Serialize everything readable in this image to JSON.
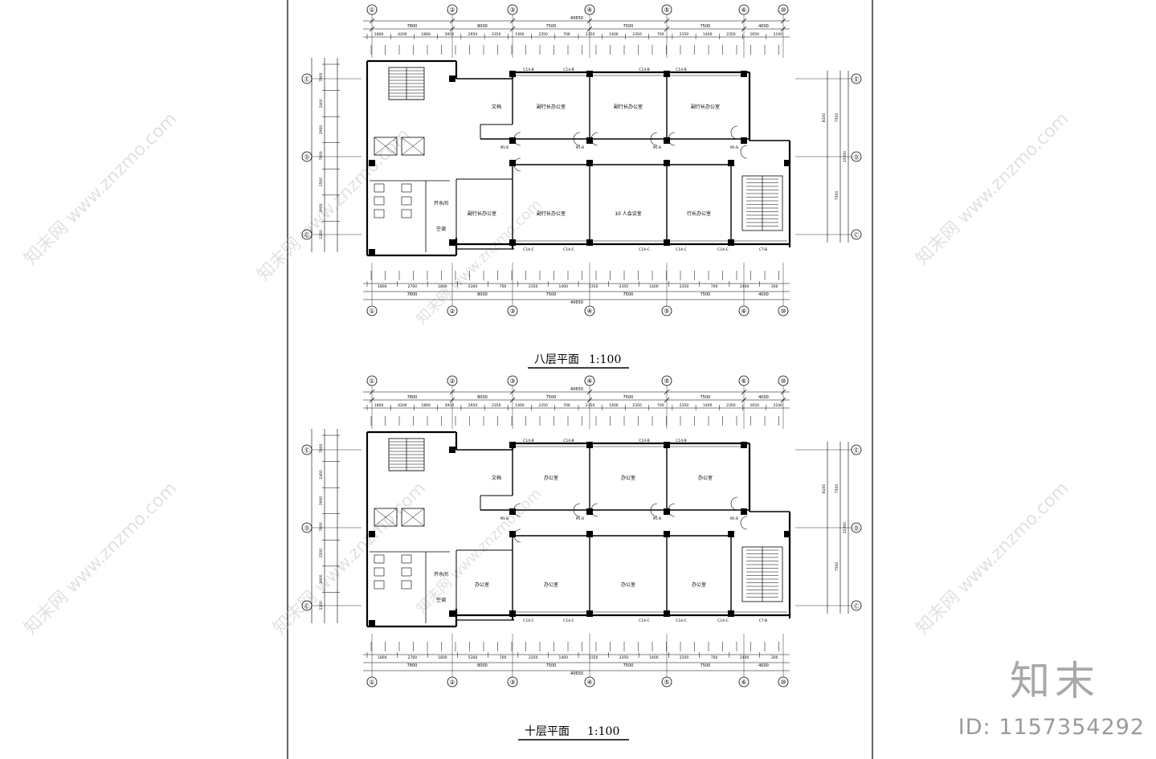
{
  "plans": [
    {
      "title": "八层平面",
      "scale": "1:100",
      "top_dims": {
        "total": "40650",
        "bays": [
          "7800",
          "8000",
          "7500",
          "7500",
          "7500",
          "4000"
        ],
        "sub": [
          "1800",
          "4200",
          "1800",
          "3950",
          "2950",
          "2350",
          "1400",
          "2350",
          "700",
          "2350",
          "1400",
          "2350",
          "700",
          "2350",
          "1400",
          "2350",
          "1650",
          "2100"
        ]
      },
      "bottom_dims": {
        "total": "40650",
        "bays": [
          "7800",
          "8000",
          "7500",
          "7500",
          "7500",
          "4000"
        ],
        "sub": [
          "1800",
          "2700",
          "1800",
          "5300",
          "700",
          "2350",
          "1400",
          "2350",
          "2350",
          "1400",
          "2350",
          "700",
          "2400",
          "300"
        ]
      },
      "rooms_top": [
        "文档",
        "副行长办公室",
        "副行长办公室",
        "副行长办公室"
      ],
      "rooms_bottom": [
        "副行长办公室",
        "副行长办公室",
        "10 人会议室",
        "行长办公室"
      ],
      "service": [
        "开水间",
        "空调"
      ],
      "left_dims": [
        "7800",
        "2400",
        "2900",
        "7800",
        "2500",
        "3900",
        "1200"
      ],
      "right_dims": [
        "7500",
        "8100",
        "15300",
        "7500"
      ]
    },
    {
      "title": "十层平面",
      "scale": "1:100",
      "top_dims": {
        "total": "40650",
        "bays": [
          "7800",
          "8000",
          "7500",
          "7500",
          "7500",
          "4000"
        ],
        "sub": [
          "1800",
          "4200",
          "1800",
          "3950",
          "2950",
          "2350",
          "1400",
          "2350",
          "700",
          "2350",
          "1400",
          "2350",
          "700",
          "2350",
          "1400",
          "2350",
          "1650",
          "2100"
        ]
      },
      "bottom_dims": {
        "total": "40650",
        "bays": [
          "7800",
          "8000",
          "7500",
          "7500",
          "7500",
          "4000"
        ],
        "sub": [
          "1800",
          "2700",
          "1800",
          "5300",
          "700",
          "2350",
          "1400",
          "2350",
          "2350",
          "1400",
          "2350",
          "700",
          "2400",
          "300"
        ]
      },
      "rooms_top": [
        "文档",
        "办公室",
        "办公室",
        "办公室"
      ],
      "rooms_bottom": [
        "办公室",
        "办公室",
        "办公室",
        "办公室"
      ],
      "service": [
        "开水间",
        "空调"
      ],
      "left_dims": [
        "7800",
        "2400",
        "2900",
        "7800",
        "2500",
        "3900",
        "1200"
      ],
      "right_dims": [
        "7500",
        "8100",
        "15300",
        "7500"
      ]
    }
  ],
  "axes_h": [
    "①",
    "②",
    "③",
    "④",
    "⑤",
    "⑥",
    "⑩"
  ],
  "axes_v": [
    "Ⓔ",
    "Ⓓ",
    "Ⓒ"
  ],
  "window_tags": [
    "C14-B",
    "C14-B",
    "C14-B",
    "C14-B"
  ],
  "window_tags_bottom": [
    "C14-C",
    "C14-C",
    "C14-C",
    "C14-C",
    "C14-C",
    "C7-B"
  ],
  "door_tags": [
    "M1-B",
    "M1-B",
    "M1-B",
    "M1-B"
  ],
  "watermark": "知末网 www.znzmo.com",
  "brand": {
    "logo": "知末",
    "id": "ID: 1157354292"
  }
}
